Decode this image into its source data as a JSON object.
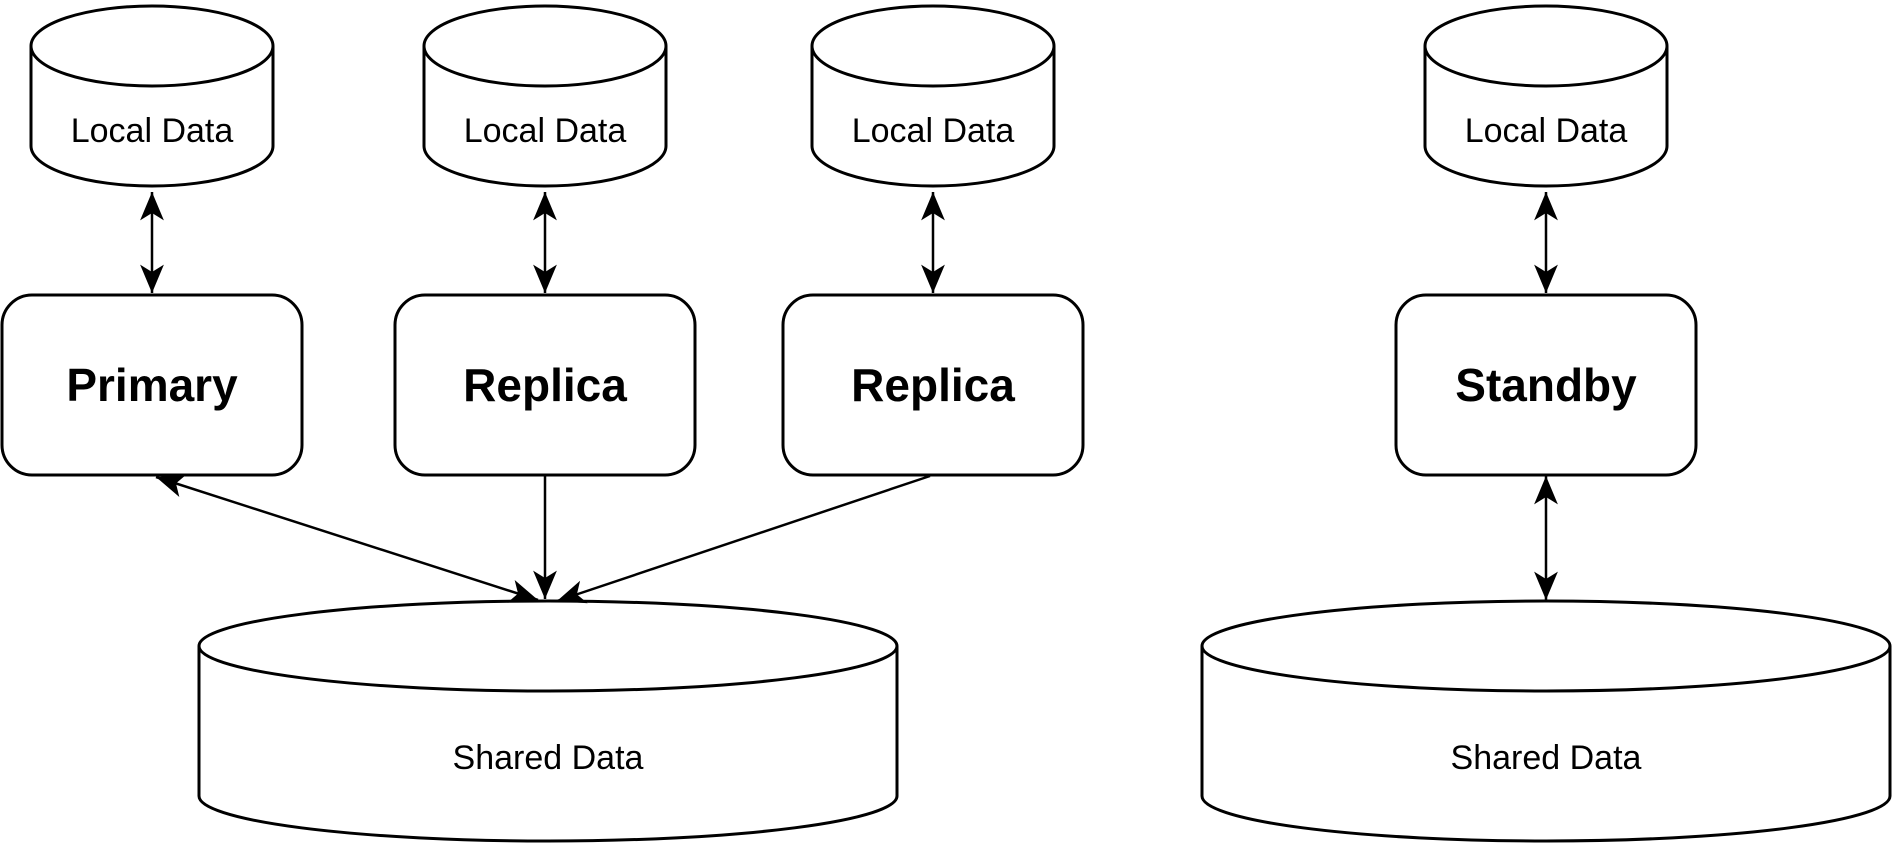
{
  "diagram": {
    "background_color": "#ffffff",
    "stroke_color": "#000000",
    "shape_fill_color": "#ffffff",
    "text_color": "#000000",
    "columns": [
      {
        "id": "primary",
        "node_label": "Primary",
        "store_label": "Local Data"
      },
      {
        "id": "replica-1",
        "node_label": "Replica",
        "store_label": "Local Data"
      },
      {
        "id": "replica-2",
        "node_label": "Replica",
        "store_label": "Local Data"
      },
      {
        "id": "standby",
        "node_label": "Standby",
        "store_label": "Local Data"
      }
    ],
    "shared_stores": [
      {
        "id": "shared-left",
        "label": "Shared Data"
      },
      {
        "id": "shared-right",
        "label": "Shared Data"
      }
    ],
    "edges": [
      {
        "from": "Local Data",
        "to": "Primary",
        "style": "double-arrow"
      },
      {
        "from": "Local Data",
        "to": "Replica",
        "style": "double-arrow"
      },
      {
        "from": "Local Data",
        "to": "Replica",
        "style": "double-arrow"
      },
      {
        "from": "Local Data",
        "to": "Standby",
        "style": "double-arrow"
      },
      {
        "from": "Primary",
        "to": "Shared Data",
        "style": "double-arrow"
      },
      {
        "from": "Replica",
        "to": "Shared Data",
        "style": "single-arrow"
      },
      {
        "from": "Replica",
        "to": "Shared Data",
        "style": "single-arrow"
      },
      {
        "from": "Standby",
        "to": "Shared Data",
        "style": "double-arrow"
      }
    ]
  }
}
